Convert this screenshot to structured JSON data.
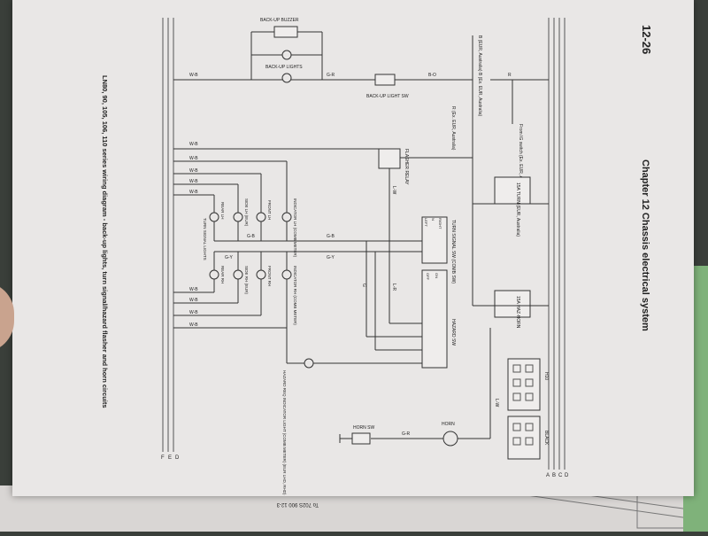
{
  "page": {
    "number": "12-26",
    "chapter": "Chapter 12  Chassis electrical system",
    "caption": "LN80, 90, 105, 106, 110 series wiring diagram - back-up lights, turn signal/hazard flasher and horn circuits",
    "bottom_page_text": "To 702S 900 12-3",
    "rail_labels_left": [
      "F",
      "E",
      "D"
    ],
    "rail_labels_right": [
      "A",
      "B",
      "C",
      "D"
    ]
  },
  "components": {
    "backup_buzzer": "BACK-UP BUZZER",
    "backup_lights": "BACK-UP LIGHTS",
    "backup_light_sw": "BACK-UP LIGHT SW",
    "flasher_relay": "FLASHER RELAY",
    "turn_fuse": "15A TURN (EUR, Australia)",
    "haz_fuse": "15A HAZ-HORN",
    "turn_signal_sw": "TURN SIGNAL SW (COMB SW)",
    "hazard_sw": "HAZARD SW",
    "indicator_lh": "INDICATOR LH (COMB METER)",
    "indicator_rh": "INDICATOR RH (COMB METER)",
    "side_lh": "SIDE LH (EUR)",
    "side_rh": "SIDE RH (EUR)",
    "front_lh": "FRONT LH",
    "front_rh": "FRONT RH",
    "rear_lh": "REAR LH",
    "rear_rh": "REAR RH",
    "turn_signal_lights": "TURN SIGNAL LIGHTS",
    "hazard_indicator": "HAZARD REQ INDICATOR LIGHT (COMB METER) (EUR LHD, RHD)",
    "horn": "HORN",
    "horn_sw": "HORN SW",
    "connector_black": "BLACK",
    "connector_h": "H10",
    "from_ignition": "B (EUR, Australia) B (Ex. EUR, Australia)",
    "from_fusible": "From IG switch (Ex. EUR, Australia)",
    "r_ex": "R (Ex. EUR, Australia)"
  },
  "switch_table_1": {
    "rows": [
      "LEFT",
      "N",
      "RIGHT"
    ],
    "cols": [
      "TB",
      "TL",
      "TR"
    ]
  },
  "switch_table_2": {
    "rows": [
      "OFF",
      "ON"
    ],
    "cols": [
      "B",
      "F",
      "TB",
      "TL",
      "TR"
    ]
  },
  "wire_codes": {
    "w_b": "W-B",
    "g_b": "G-B",
    "g_y": "G-Y",
    "g_r": "G-R",
    "b_o": "B-O",
    "l_w": "L-W",
    "lw": "L-W",
    "r": "R",
    "g": "G",
    "l_r": "L-R",
    "g_y2": "G-Y"
  }
}
